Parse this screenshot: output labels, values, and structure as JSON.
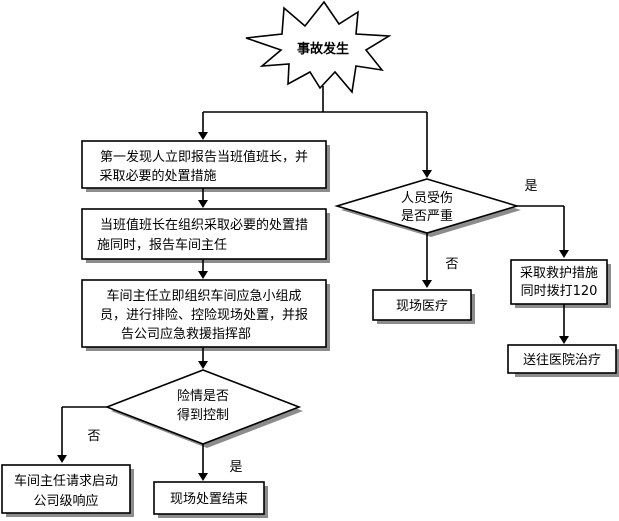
{
  "nodes": {
    "start": "事故发生",
    "report_line1": "第一发现人立即报告当班值班长，并",
    "report_line2": "采取必要的处置措施",
    "shift_line1": "当班值班长在组织采取必要的处置措",
    "shift_line2": "施同时，报告车间主任",
    "director_line1": "车间主任立即组织车间应急小组成",
    "director_line2": "员，进行排险、控险现场处置，并报",
    "director_line3": "告公司应急救援指挥部",
    "controlled_line1": "险情是否",
    "controlled_line2": "得到控制",
    "company_line1": "车间主任请求启动",
    "company_line2": "公司级响应",
    "end": "现场处置结束",
    "injury_line1": "人员受伤",
    "injury_line2": "是否严重",
    "onsite_medical": "现场医疗",
    "rescue_line1": "采取救护措施",
    "rescue_line2": "同时拨打120",
    "hospital": "送往医院治疗"
  },
  "labels": {
    "controlled_no": "否",
    "controlled_yes": "是",
    "injury_no": "否",
    "injury_yes": "是"
  }
}
